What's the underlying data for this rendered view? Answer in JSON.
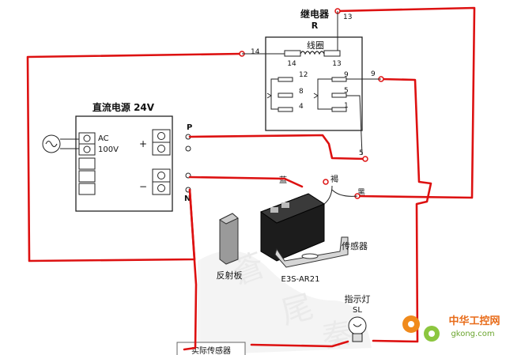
{
  "relay": {
    "title": "继电器",
    "symbol": "R",
    "coil_label": "线圈",
    "terminals": {
      "t13_top": "13",
      "t14_left": "14",
      "coil_14": "14",
      "coil_13": "13",
      "t12": "12",
      "t8": "8",
      "t4": "4",
      "t9": "9",
      "t5": "5",
      "t1": "1",
      "t9_out": "9",
      "t5_out": "5"
    }
  },
  "power_supply": {
    "title": "直流电源 24V",
    "ac_label": "AC",
    "voltage_label": "100V",
    "plus_label": "+",
    "minus_label": "−",
    "p_label": "P",
    "n_label": "N"
  },
  "sensor": {
    "model": "E3S-AR21",
    "name": "传感器",
    "wire_blue": "蓝",
    "wire_brown": "褐",
    "wire_black": "黑"
  },
  "reflector": {
    "label": "反射板"
  },
  "lamp": {
    "label": "指示灯",
    "symbol": "SL"
  },
  "bottom_box": {
    "label": "实际传感器"
  },
  "watermark": {
    "brand": "中华工控网",
    "site": "gkong.com"
  },
  "colors": {
    "wire": "#dd1111",
    "line": "#222222",
    "brand_orange": "#f08a1c",
    "brand_green": "#8cc63f"
  }
}
